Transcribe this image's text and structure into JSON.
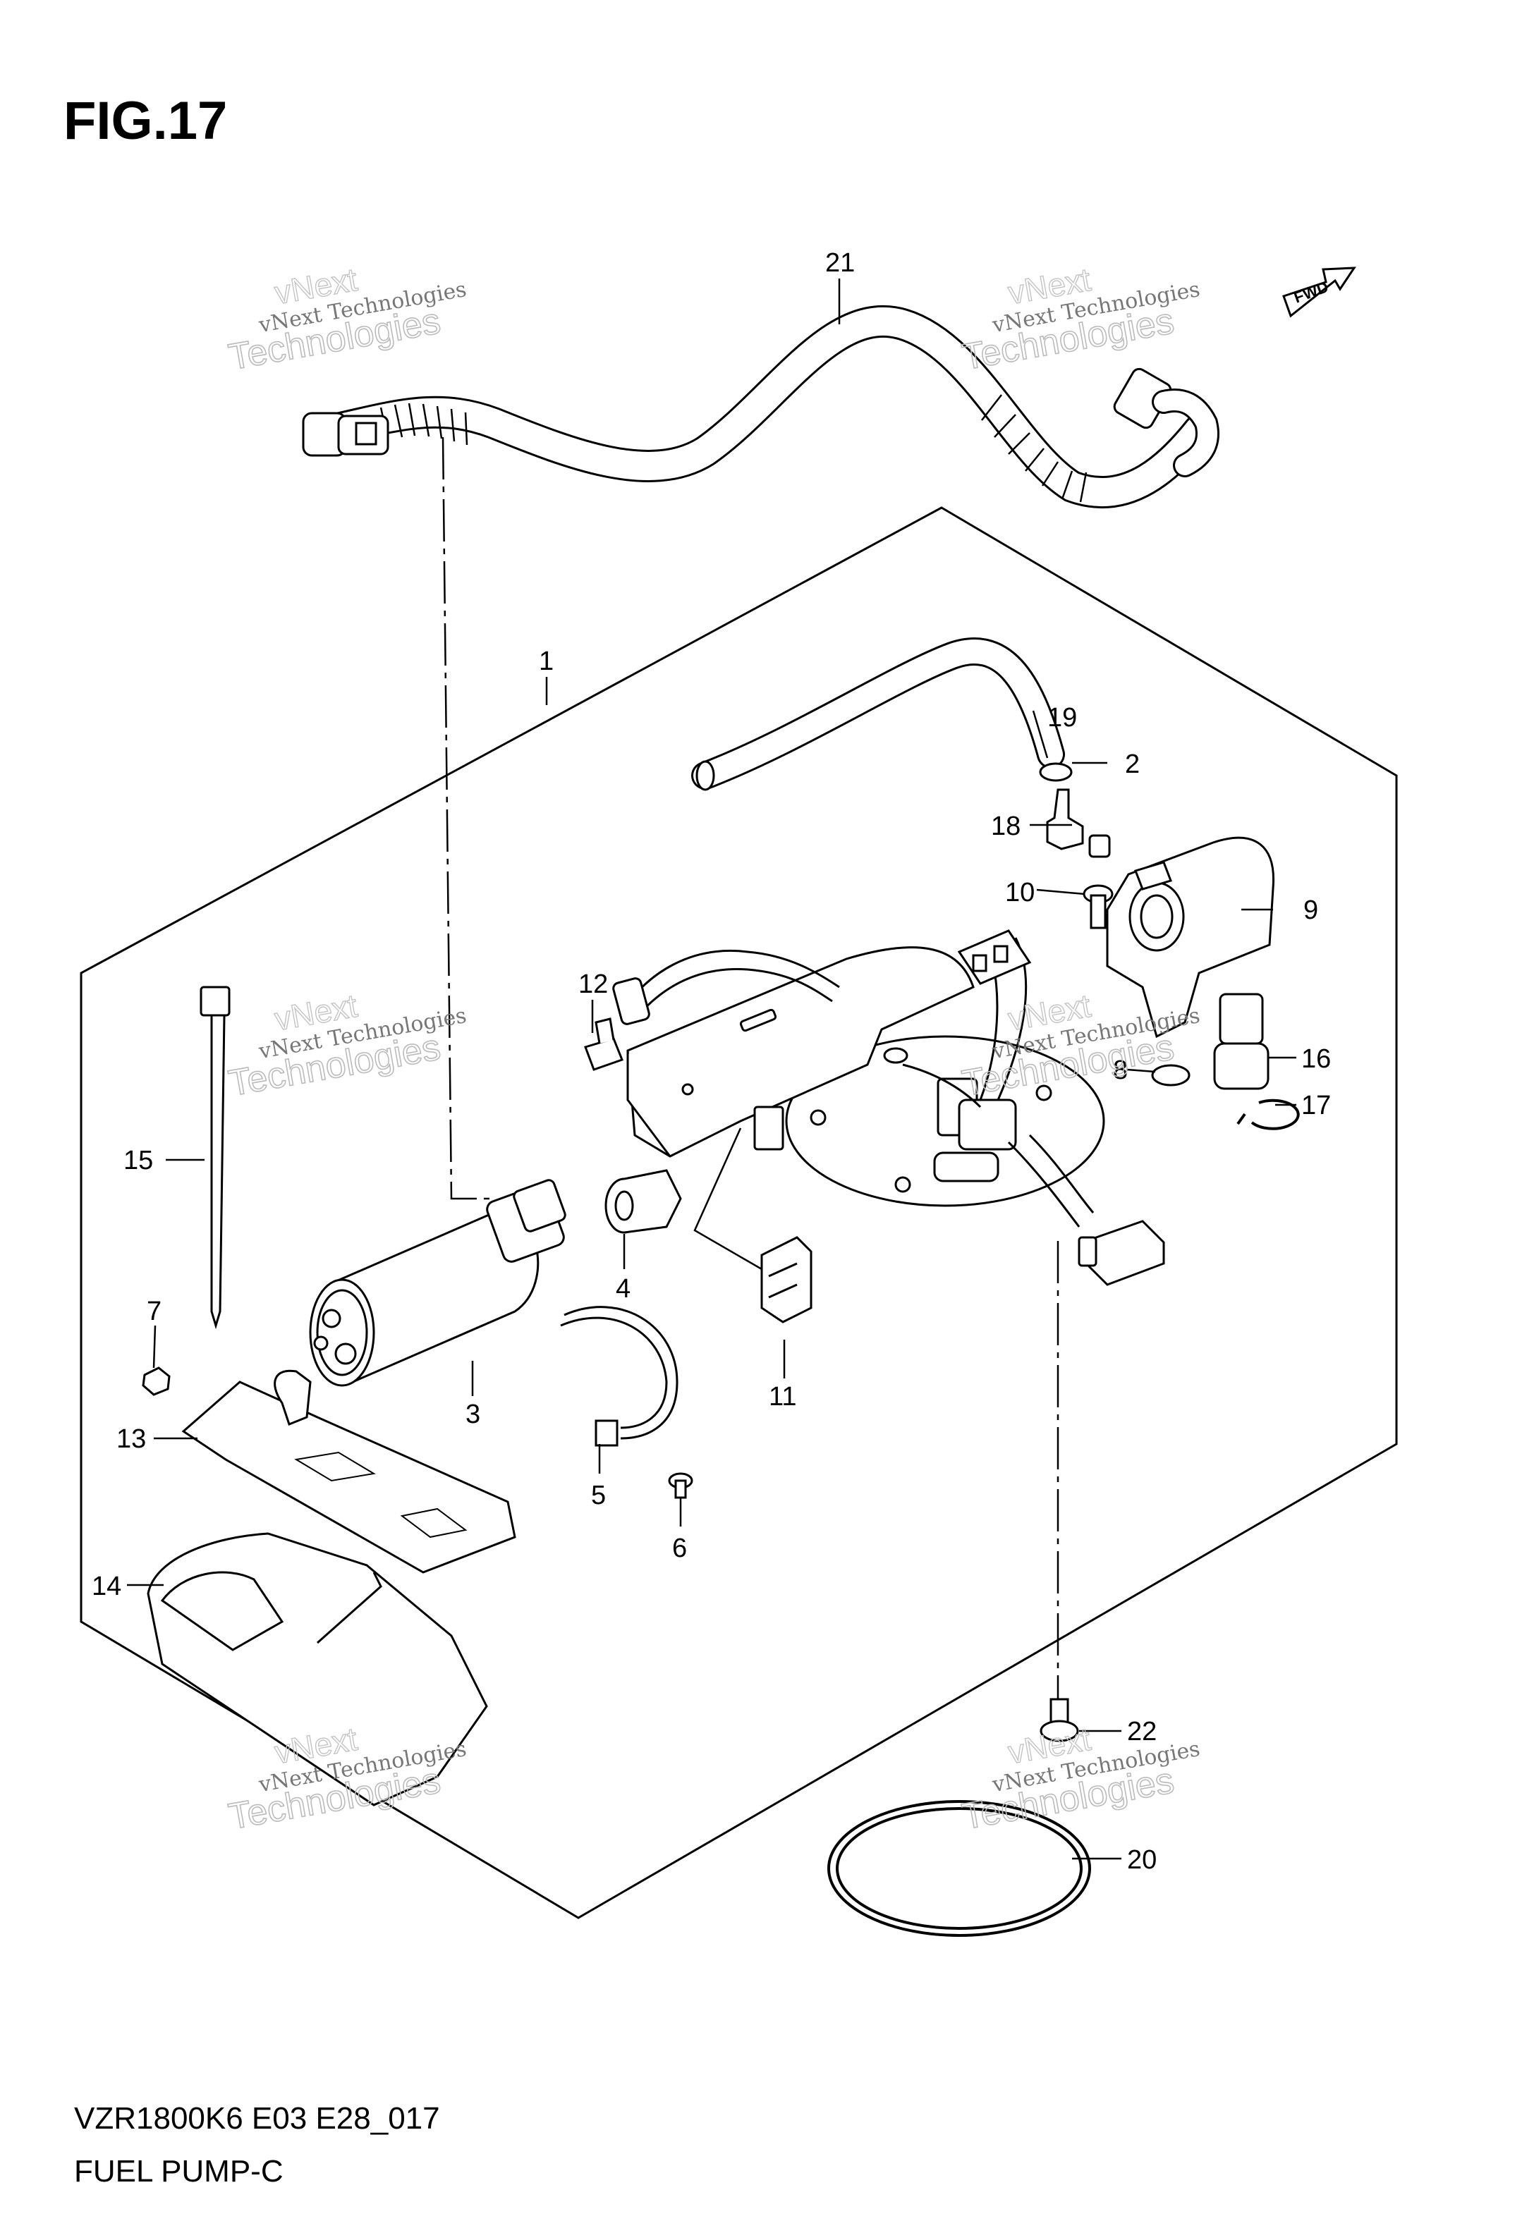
{
  "figure": {
    "title": "FIG.17",
    "code": "VZR1800K6 E03 E28_017",
    "name": "FUEL PUMP-C",
    "fwd_label": "FWD"
  },
  "watermark": {
    "line1": "vNext Technologies",
    "line2": "Technologies",
    "line3": "vNext"
  },
  "parts": [
    {
      "id": "p1",
      "label": "1"
    },
    {
      "id": "p2",
      "label": "2"
    },
    {
      "id": "p3",
      "label": "3"
    },
    {
      "id": "p4",
      "label": "4"
    },
    {
      "id": "p5",
      "label": "5"
    },
    {
      "id": "p6",
      "label": "6"
    },
    {
      "id": "p7",
      "label": "7"
    },
    {
      "id": "p8",
      "label": "8"
    },
    {
      "id": "p9",
      "label": "9"
    },
    {
      "id": "p10",
      "label": "10"
    },
    {
      "id": "p11",
      "label": "11"
    },
    {
      "id": "p12",
      "label": "12"
    },
    {
      "id": "p13",
      "label": "13"
    },
    {
      "id": "p14",
      "label": "14"
    },
    {
      "id": "p15",
      "label": "15"
    },
    {
      "id": "p16",
      "label": "16"
    },
    {
      "id": "p17",
      "label": "17"
    },
    {
      "id": "p18",
      "label": "18"
    },
    {
      "id": "p19",
      "label": "19"
    },
    {
      "id": "p20",
      "label": "20"
    },
    {
      "id": "p21",
      "label": "21"
    },
    {
      "id": "p22",
      "label": "22"
    }
  ]
}
